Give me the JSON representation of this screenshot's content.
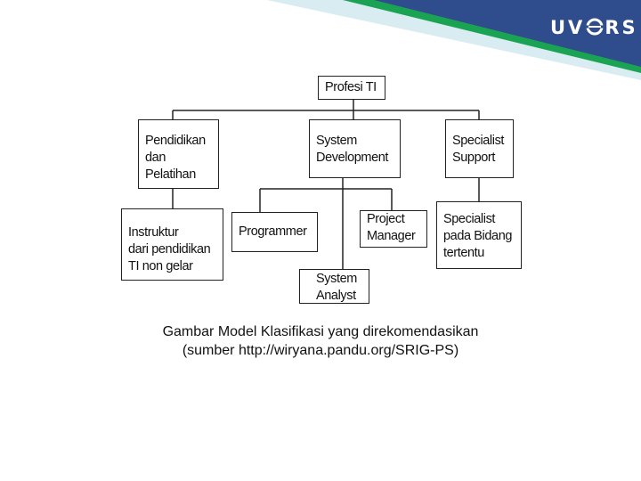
{
  "header": {
    "logo": {
      "left": "UV",
      "right": "RS",
      "mark": "swirl-icon"
    },
    "colors": {
      "navy": "#2f4d8c",
      "green": "#1aa353",
      "light": "#d9ecf2"
    }
  },
  "diagram": {
    "nodes": {
      "profesi_ti": "Profesi TI",
      "pendidikan": "Pendidikan\ndan\nPelatihan",
      "system_development": "System\nDevelopment",
      "specialist_support": "Specialist\nSupport",
      "instruktur": "Instruktur\ndari pendidikan\nTI non gelar",
      "programmer": "Programmer",
      "project_manager": "Project\nManager",
      "specialist_bidang": "Specialist\npada Bidang\ntertentu",
      "system_analyst": "System\nAnalyst"
    }
  },
  "caption": {
    "line1": "Gambar Model Klasifikasi yang direkomendasikan",
    "line2": "(sumber http://wiryana.pandu.org/SRIG-PS)"
  }
}
